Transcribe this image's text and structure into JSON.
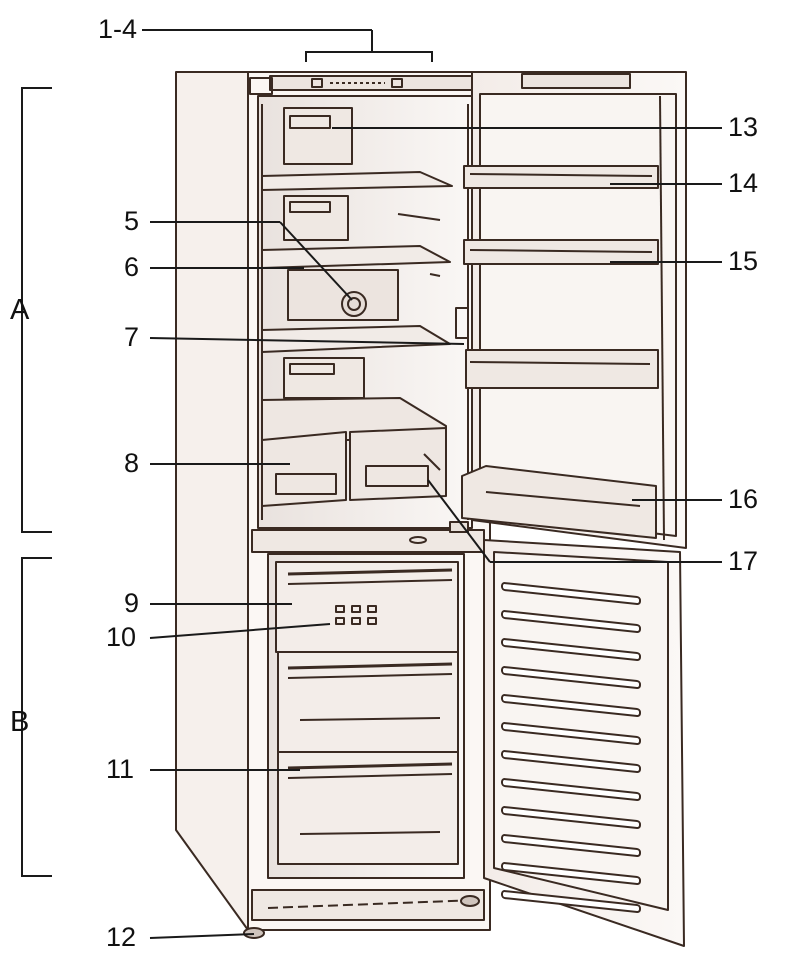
{
  "callouts": [
    "1-4",
    "5",
    "6",
    "7",
    "8",
    "9",
    "10",
    "11",
    "12",
    "13",
    "14",
    "15",
    "16",
    "17"
  ],
  "sections": {
    "upper": "A",
    "lower": "B"
  },
  "colors": {
    "outline": "#3a2a22",
    "panel": "#f6f0ec",
    "leader": "#1a1a1a",
    "text": "#111111"
  }
}
